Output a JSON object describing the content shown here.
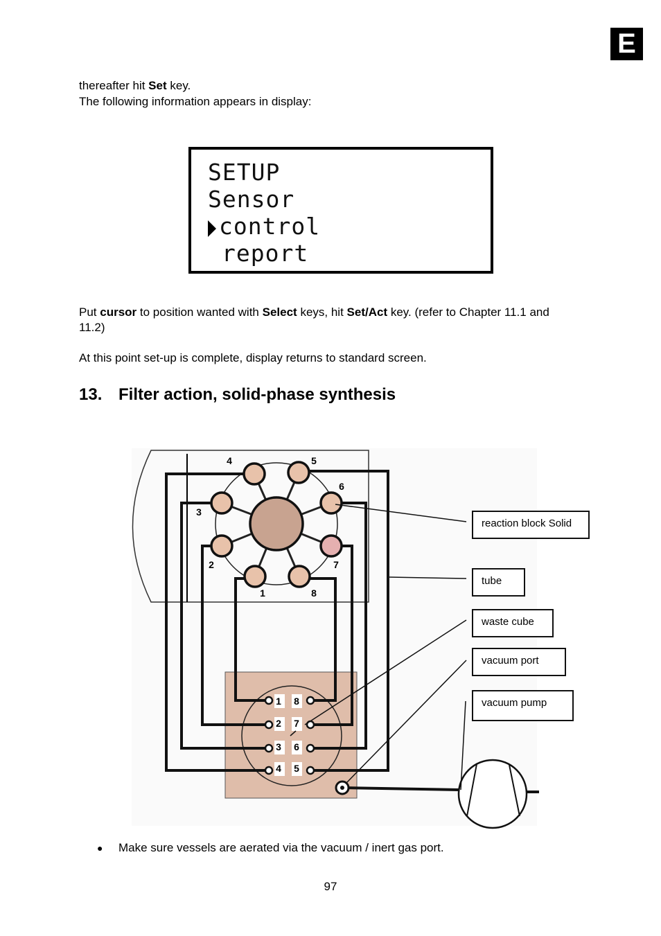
{
  "lang_tab": "E",
  "intro": {
    "line1_pre": "thereafter hit ",
    "line1_bold": "Set",
    "line1_post": " key.",
    "line2": "The following information appears in display:"
  },
  "lcd": {
    "lines": [
      "SETUP",
      "Sensor",
      "control",
      "report"
    ],
    "cursor_line": 2
  },
  "instruction": {
    "pre": "Put ",
    "b1": "cursor",
    "mid1": " to position wanted with ",
    "b2": "Select",
    "mid2": " keys, hit ",
    "b3": "Set/Act",
    "post": " key. (refer to Chapter 11.1 and 11.2)"
  },
  "complete_text": "At this point set-up is complete, display returns to standard screen.",
  "section": {
    "number": "13.",
    "title": "Filter action, solid-phase synthesis"
  },
  "diagram": {
    "reaction_block_numbers": [
      "1",
      "2",
      "3",
      "4",
      "5",
      "6",
      "7",
      "8"
    ],
    "waste_cube_numbers": [
      "1",
      "2",
      "3",
      "4",
      "5",
      "6",
      "7",
      "8"
    ],
    "labels": {
      "reaction_block": "reaction block Solid",
      "tube": "tube",
      "waste_cube": "waste cube",
      "vacuum_port": "vacuum port",
      "vacuum_pump": "vacuum pump"
    },
    "colors": {
      "vessel": "#e8c2aa",
      "center": "#c8a390",
      "cube": "#dfbdaa",
      "vessel7": "#e5b0b0"
    }
  },
  "bullet_text": "Make sure vessels are aerated via the vacuum / inert gas port.",
  "page_number": "97"
}
